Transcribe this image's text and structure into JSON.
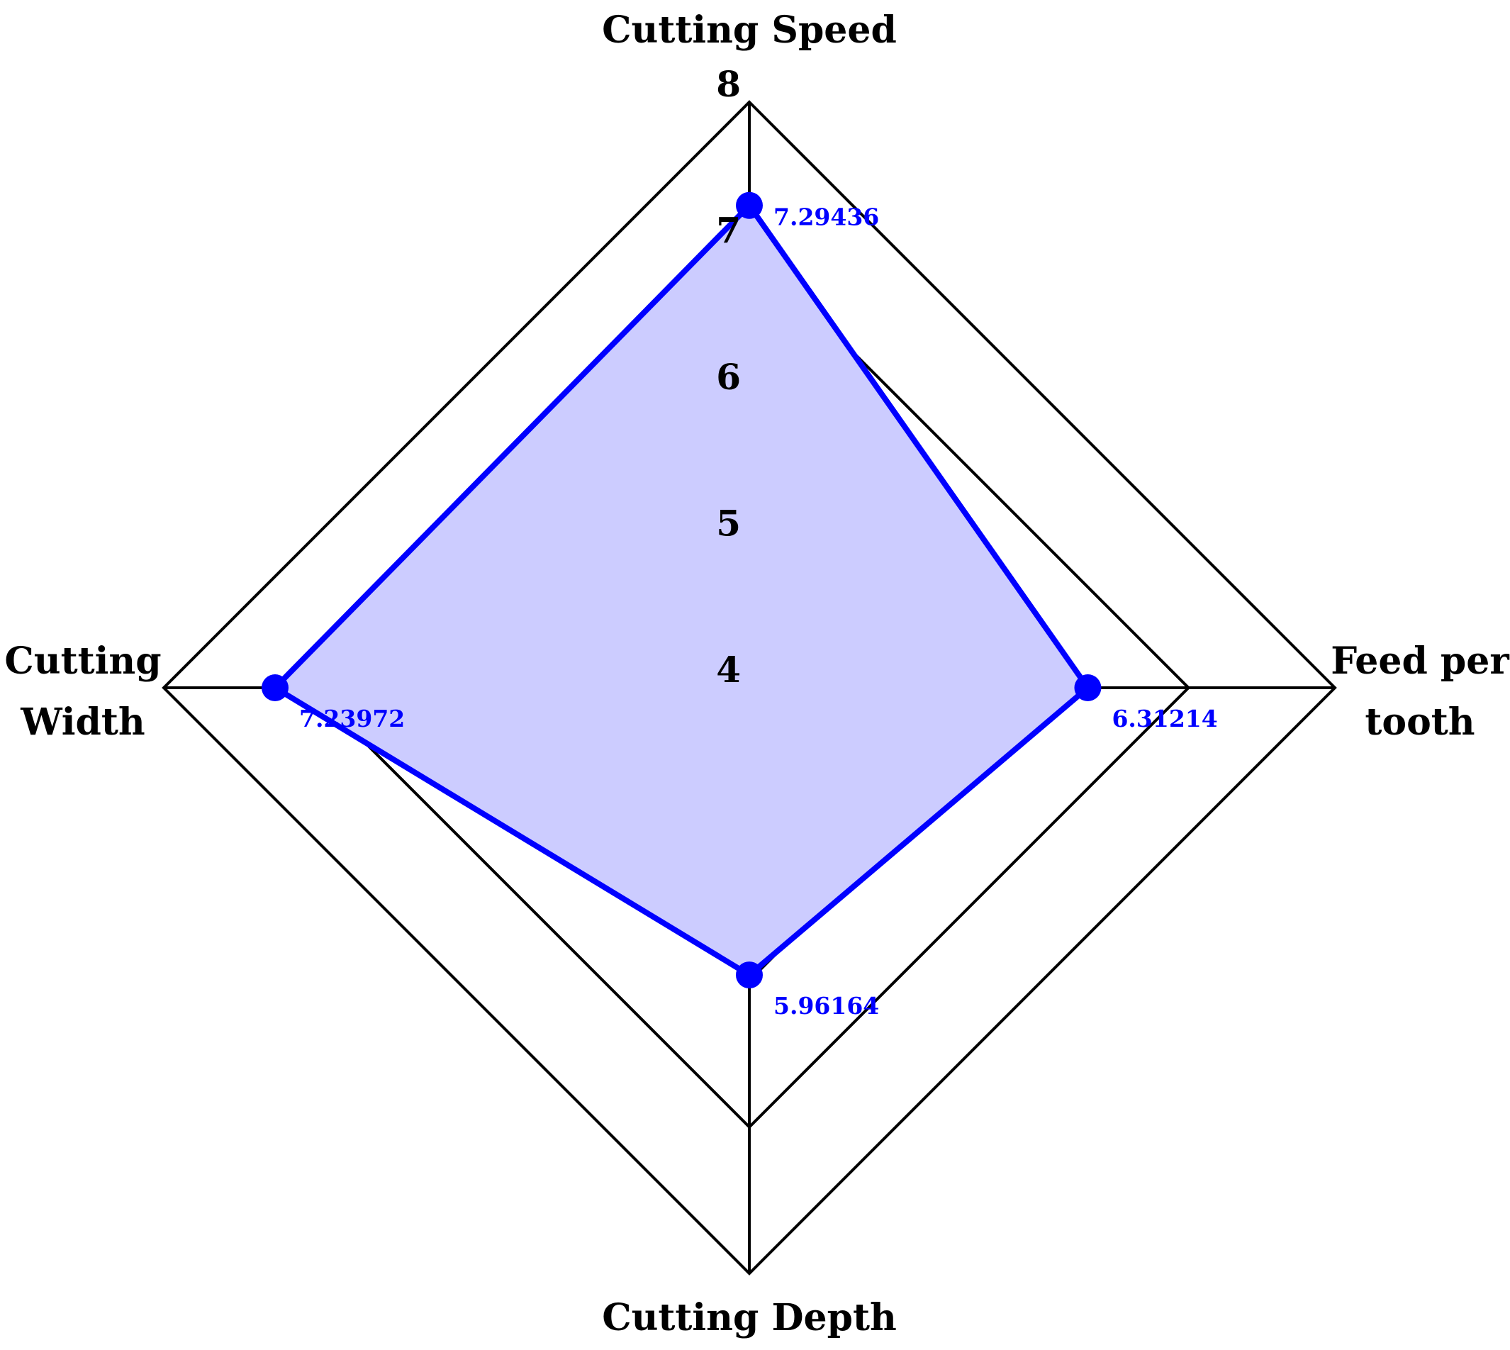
{
  "chart_data": {
    "type": "radar",
    "axes": [
      {
        "title_lines": [
          "Cutting Speed"
        ]
      },
      {
        "title_lines": [
          "Feed per",
          "tooth"
        ]
      },
      {
        "title_lines": [
          "Cutting Depth"
        ]
      },
      {
        "title_lines": [
          "Cutting",
          "Width"
        ]
      }
    ],
    "range": [
      4,
      8
    ],
    "ticks": [
      4,
      5,
      6,
      7,
      8
    ],
    "series": [
      {
        "values": [
          7.29436,
          6.31214,
          5.96164,
          7.23972
        ],
        "labels": [
          "7.29436",
          "6.31214",
          "5.96164",
          "7.23972"
        ],
        "color": "#0000ff",
        "fill": "#ccccff"
      }
    ],
    "grid": true,
    "legend": "none"
  }
}
